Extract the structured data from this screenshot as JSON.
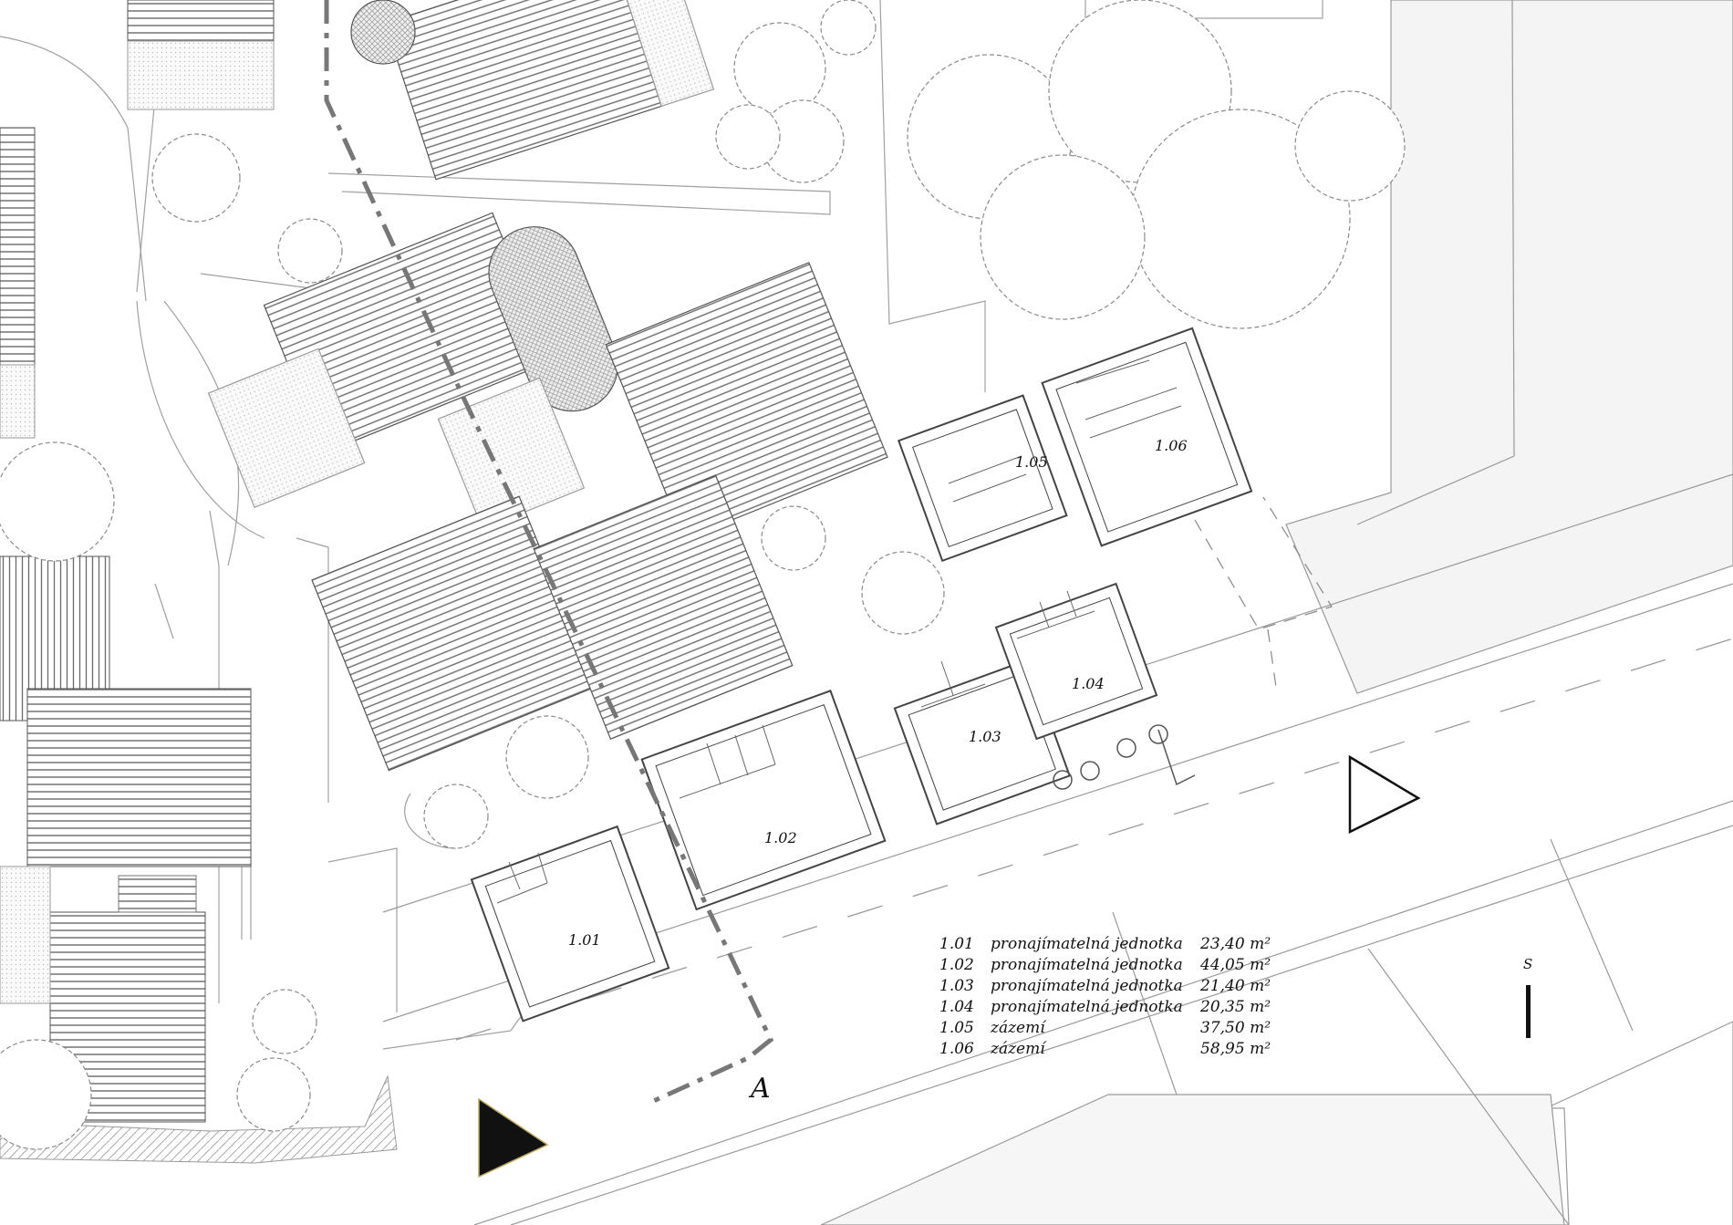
{
  "rooms": [
    {
      "code": "1.01"
    },
    {
      "code": "1.02"
    },
    {
      "code": "1.03"
    },
    {
      "code": "1.04"
    },
    {
      "code": "1.05"
    },
    {
      "code": "1.06"
    }
  ],
  "legend": [
    {
      "code": "1.01",
      "name": "pronajímatelná jednotka",
      "area": "23,40 m²"
    },
    {
      "code": "1.02",
      "name": "pronajímatelná jednotka",
      "area": "44,05 m²"
    },
    {
      "code": "1.03",
      "name": "pronajímatelná jednotka",
      "area": "21,40 m²"
    },
    {
      "code": "1.04",
      "name": "pronajímatelná jednotka",
      "area": "20,35 m²"
    },
    {
      "code": "1.05",
      "name": "zázemí",
      "area": "37,50 m²"
    },
    {
      "code": "1.06",
      "name": "zázemí",
      "area": "58,95 m²"
    }
  ],
  "section_label": "A",
  "north_label": "S",
  "colors": {
    "line": "#8a8a8a",
    "wall": "#444444",
    "section_line": "#777777",
    "marker": "#111111"
  }
}
